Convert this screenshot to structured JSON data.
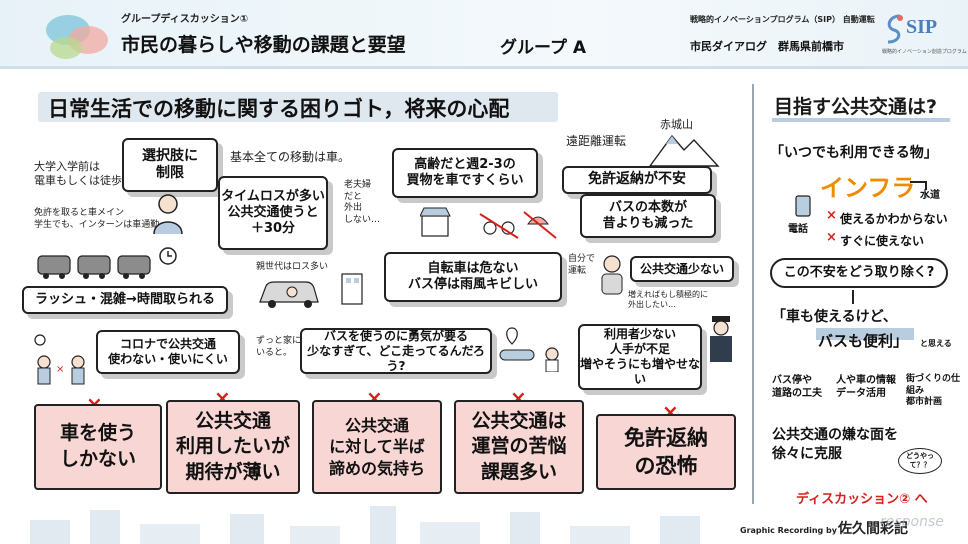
{
  "header": {
    "subtitle": "グループディスカッション①",
    "title": "市民の暮らしや移動の課題と要望",
    "group": "グループ A",
    "program": "戦略的イノベーションプログラム（SIP） 自動運転",
    "dialog": "市民ダイアログ　群馬県前橋市",
    "logo_text": "SIP",
    "logo_sub": "戦略的イノベーション創造プログラム"
  },
  "main": {
    "banner": "日常生活での移動に関する困りゴト，将来の心配",
    "notes": {
      "daigaku": "大学入学前は\n電車もしくは徒歩",
      "menkyo": "免許を取ると車メイン\n学生でも、インターンは車通勤",
      "kihon": "基本全ての移動は車。",
      "roujin": "老夫婦\nだと\n外出\nしない…",
      "oya": "親世代はロス多い",
      "zutto": "ずっと家に\nいると。",
      "enkyori": "遠距離運転",
      "akagi": "赤城山",
      "jibun": "自分で\n運転",
      "fueru": "増えればもし積極的に\n外出したい…"
    },
    "bubbles": {
      "sentakushi": "選択肢に\n制限",
      "timeloss": "タイムロスが多い\n公共交通使うと\n＋30分",
      "koureisha": "高齢だと週2-3の\n買物を車ですくらい",
      "henno": "免許返納が不安",
      "bus_honsu": "バスの本数が\n昔よりも減った",
      "rush": "ラッシュ・混雑→時間取られる",
      "jitensha": "自転車は危ない\nバス停は雨風キビしい",
      "kokyo_sukunai": "公共交通少ない",
      "corona": "コロナで公共交通\n使わない・使いにくい",
      "bus_yuuki": "バスを使うのに勇気が要る\n少なすぎて、どこ走ってるんだろう?",
      "riyosha": "利用者少ない\n人手が不足\n増やそうにも増やせない"
    },
    "red_boxes": [
      {
        "mark": "×",
        "text": "車を使う\nしかない"
      },
      {
        "mark": "×",
        "text": "公共交通\n利用したいが\n期待が薄い"
      },
      {
        "mark": "×",
        "text": "公共交通\nに対して半ば\n諦めの気持ち"
      },
      {
        "mark": "×",
        "text": "公共交通は\n運営の苦悩\n課題多い"
      },
      {
        "mark": "×",
        "text": "免許返納\nの恐怖"
      }
    ]
  },
  "right_panel": {
    "title": "目指す公共交通は?",
    "quote": "「いつでも利用できる物」",
    "infra": "インフラ",
    "denwa": "電話",
    "suido": "水道",
    "issue1": "使えるかわからない",
    "issue2": "すぐに使えない",
    "cross": "×",
    "question": "この不安をどう取り除く?",
    "quote2_line1": "「車も使えるけど、",
    "quote2_line2": "バスも便利」",
    "omou": "と思える",
    "idea1": "バス停や\n道路の工夫",
    "idea2": "人や車の情報\nデータ活用",
    "idea3": "街づくりの仕組み\n都市計画",
    "kokufuku": "公共交通の嫌な面を\n徐々に克服",
    "douyatte": "どうやって？？",
    "next": "ディスカッション② へ"
  },
  "footer": {
    "credit": "Graphic Recording by",
    "artist": "佐久間彩記",
    "watermark": "response"
  },
  "colors": {
    "red_box": "#f7d6d3",
    "cross_red": "#d6201a",
    "header_bg": "#e7f2f8",
    "orange": "#f08a00"
  }
}
